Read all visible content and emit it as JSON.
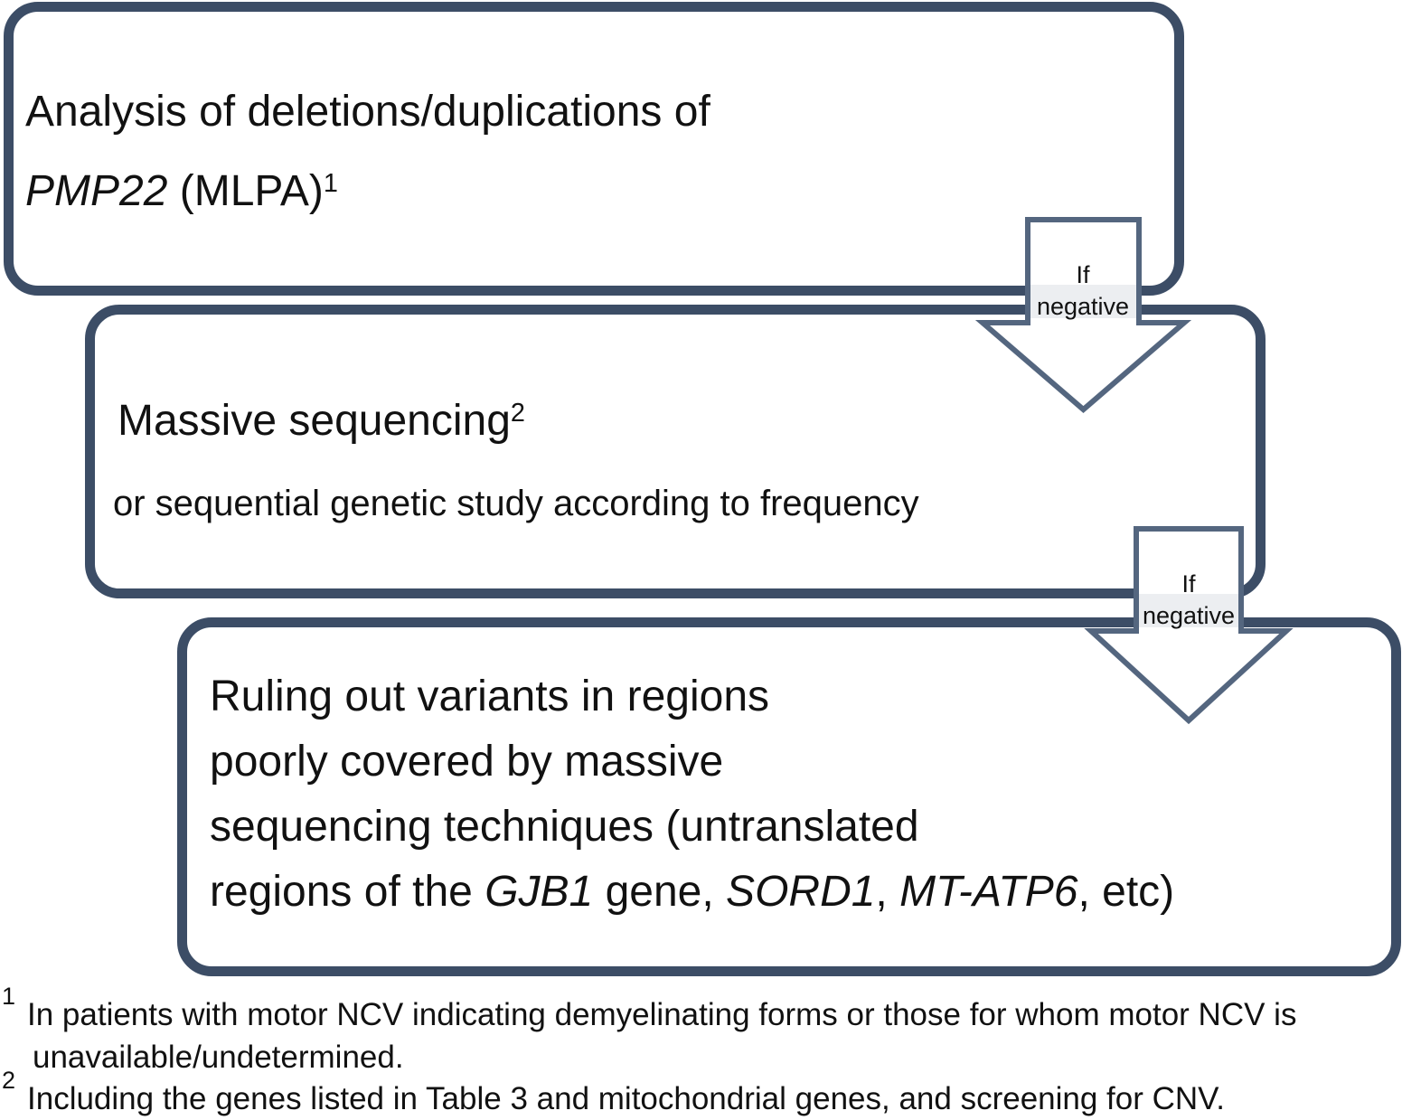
{
  "colors": {
    "box_border": "#3c4d66",
    "arrow_border": "#54667f",
    "arrow_label_background": "#eceef1",
    "text": "#111111",
    "background": "#ffffff"
  },
  "boxes": {
    "box1": {
      "line1": "Analysis of deletions/duplications of",
      "line2_gene": "PMP22",
      "line2_rest": " (MLPA)",
      "footnote_ref": "1"
    },
    "box2": {
      "line1": "Massive sequencing",
      "footnote_ref": "2",
      "line2": "or sequential genetic study according to frequency"
    },
    "box3": {
      "line1": "Ruling out variants in regions",
      "line2": "poorly covered by massive",
      "line3": "sequencing techniques (untranslated",
      "line4": [
        {
          "text": "regions of the ",
          "italic": false
        },
        {
          "text": "GJB1",
          "italic": true
        },
        {
          "text": " gene, ",
          "italic": false
        },
        {
          "text": "SORD1",
          "italic": true
        },
        {
          "text": ", ",
          "italic": false
        },
        {
          "text": "MT-ATP6",
          "italic": true
        },
        {
          "text": ", etc)",
          "italic": false
        }
      ]
    }
  },
  "arrows": [
    {
      "label_line1": "If",
      "label_line2": "negative"
    },
    {
      "label_line1": "If",
      "label_line2": "negative"
    }
  ],
  "footnotes": [
    {
      "marker": "1",
      "line1": "In patients with motor NCV indicating demyelinating forms or those for whom motor NCV is",
      "line2": "unavailable/undetermined."
    },
    {
      "marker": "2",
      "line1": "Including the genes listed in Table 3 and mitochondrial genes, and screening for CNV."
    }
  ]
}
